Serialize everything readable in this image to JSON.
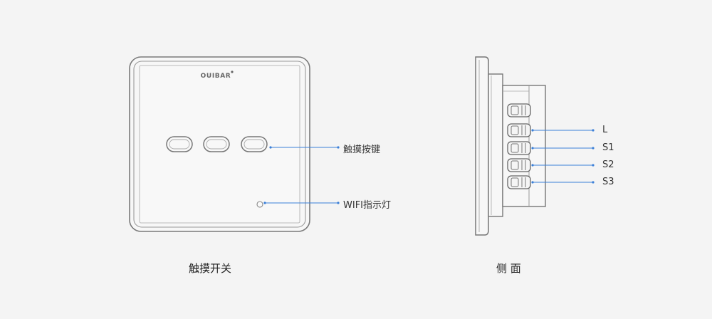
{
  "front": {
    "brand": "OUIBAR",
    "callouts": {
      "touch_keys": "触摸按键",
      "wifi_led": "WIFI指示灯"
    },
    "caption": "触摸开关"
  },
  "side": {
    "terminals": [
      "L",
      "S1",
      "S2",
      "S3"
    ],
    "caption": "侧 面"
  },
  "colors": {
    "leader": "#3a7fd8",
    "outline": "#777777",
    "background": "#f4f4f4"
  }
}
